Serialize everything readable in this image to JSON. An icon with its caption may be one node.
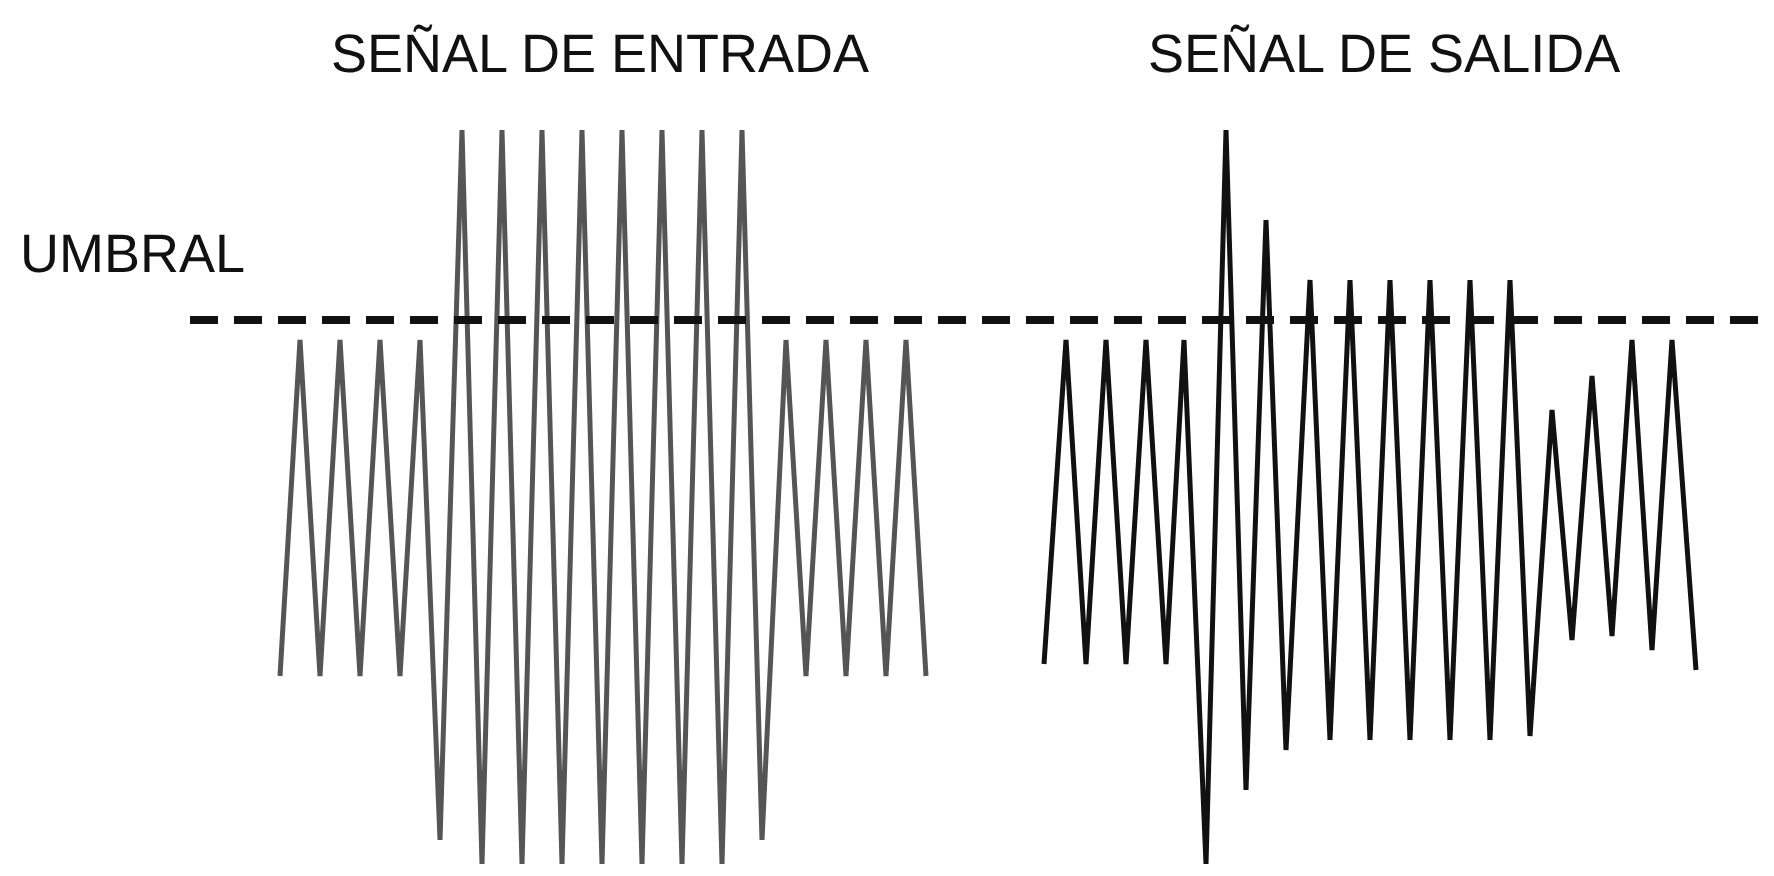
{
  "diagram": {
    "labels": [
      "SEÑAL DE ENTRADA",
      "SEÑAL DE SALIDA",
      "UMBRAL"
    ]
  }
}
